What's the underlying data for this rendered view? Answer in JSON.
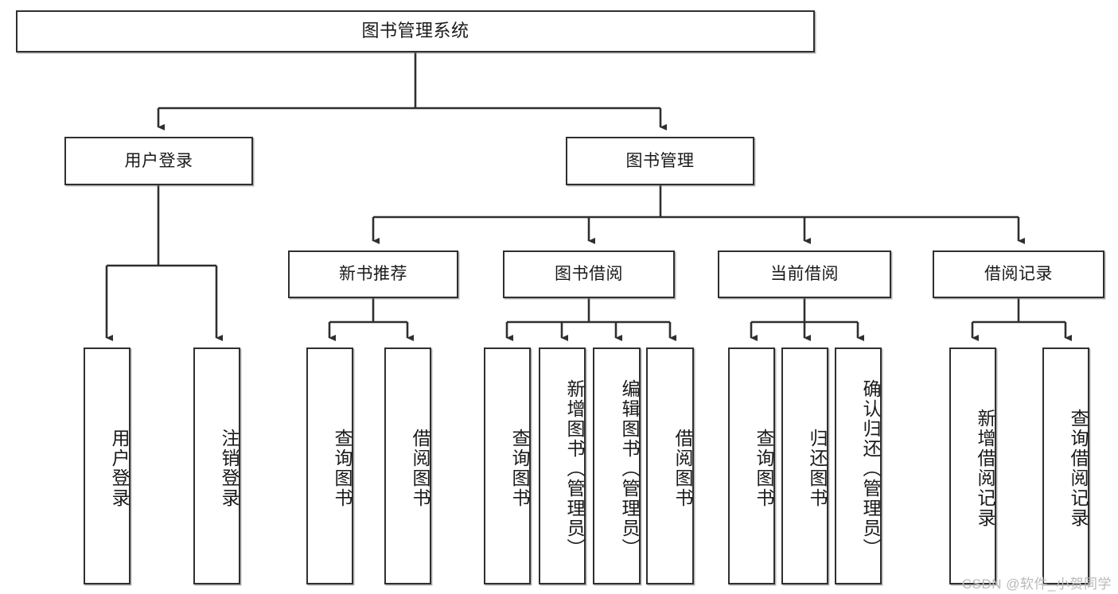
{
  "diagram": {
    "title": "图书管理系统",
    "type": "tree-hierarchy",
    "watermark": "CSDN @软件_小贺同学",
    "colors": {
      "node_border": "#2f2f2f",
      "node_fill": "#ffffff",
      "edge": "#2f2f2f",
      "text": "#1a1a1a",
      "watermark": "#b9b9b9",
      "background": "#ffffff"
    }
  },
  "nodes": {
    "root": {
      "label": "图书管理系统"
    },
    "level2": [
      {
        "id": "user-login",
        "label": "用户登录"
      },
      {
        "id": "book-manage",
        "label": "图书管理"
      }
    ],
    "level3": [
      {
        "id": "new-book-recommend",
        "label": "新书推荐"
      },
      {
        "id": "book-borrow",
        "label": "图书借阅"
      },
      {
        "id": "current-borrow",
        "label": "当前借阅"
      },
      {
        "id": "borrow-record",
        "label": "借阅记录"
      }
    ],
    "leaves": {
      "user-login": [
        {
          "id": "leaf-user-login",
          "label": "用户登录"
        },
        {
          "id": "leaf-logout",
          "label": "注销登录"
        }
      ],
      "new-book-recommend": [
        {
          "id": "leaf-query-book-1",
          "label": "查询图书"
        },
        {
          "id": "leaf-borrow-book-1",
          "label": "借阅图书"
        }
      ],
      "book-borrow": [
        {
          "id": "leaf-query-book-2",
          "label": "查询图书"
        },
        {
          "id": "leaf-add-book",
          "label": "新增图书（管理员）"
        },
        {
          "id": "leaf-edit-book",
          "label": "编辑图书（管理员）"
        },
        {
          "id": "leaf-borrow-book-2",
          "label": "借阅图书"
        }
      ],
      "current-borrow": [
        {
          "id": "leaf-query-book-3",
          "label": "查询图书"
        },
        {
          "id": "leaf-return-book",
          "label": "归还图书"
        },
        {
          "id": "leaf-confirm-return",
          "label": "确认归还（管理员）"
        }
      ],
      "borrow-record": [
        {
          "id": "leaf-add-record",
          "label": "新增借阅记录"
        },
        {
          "id": "leaf-query-record",
          "label": "查询借阅记录"
        }
      ]
    }
  }
}
